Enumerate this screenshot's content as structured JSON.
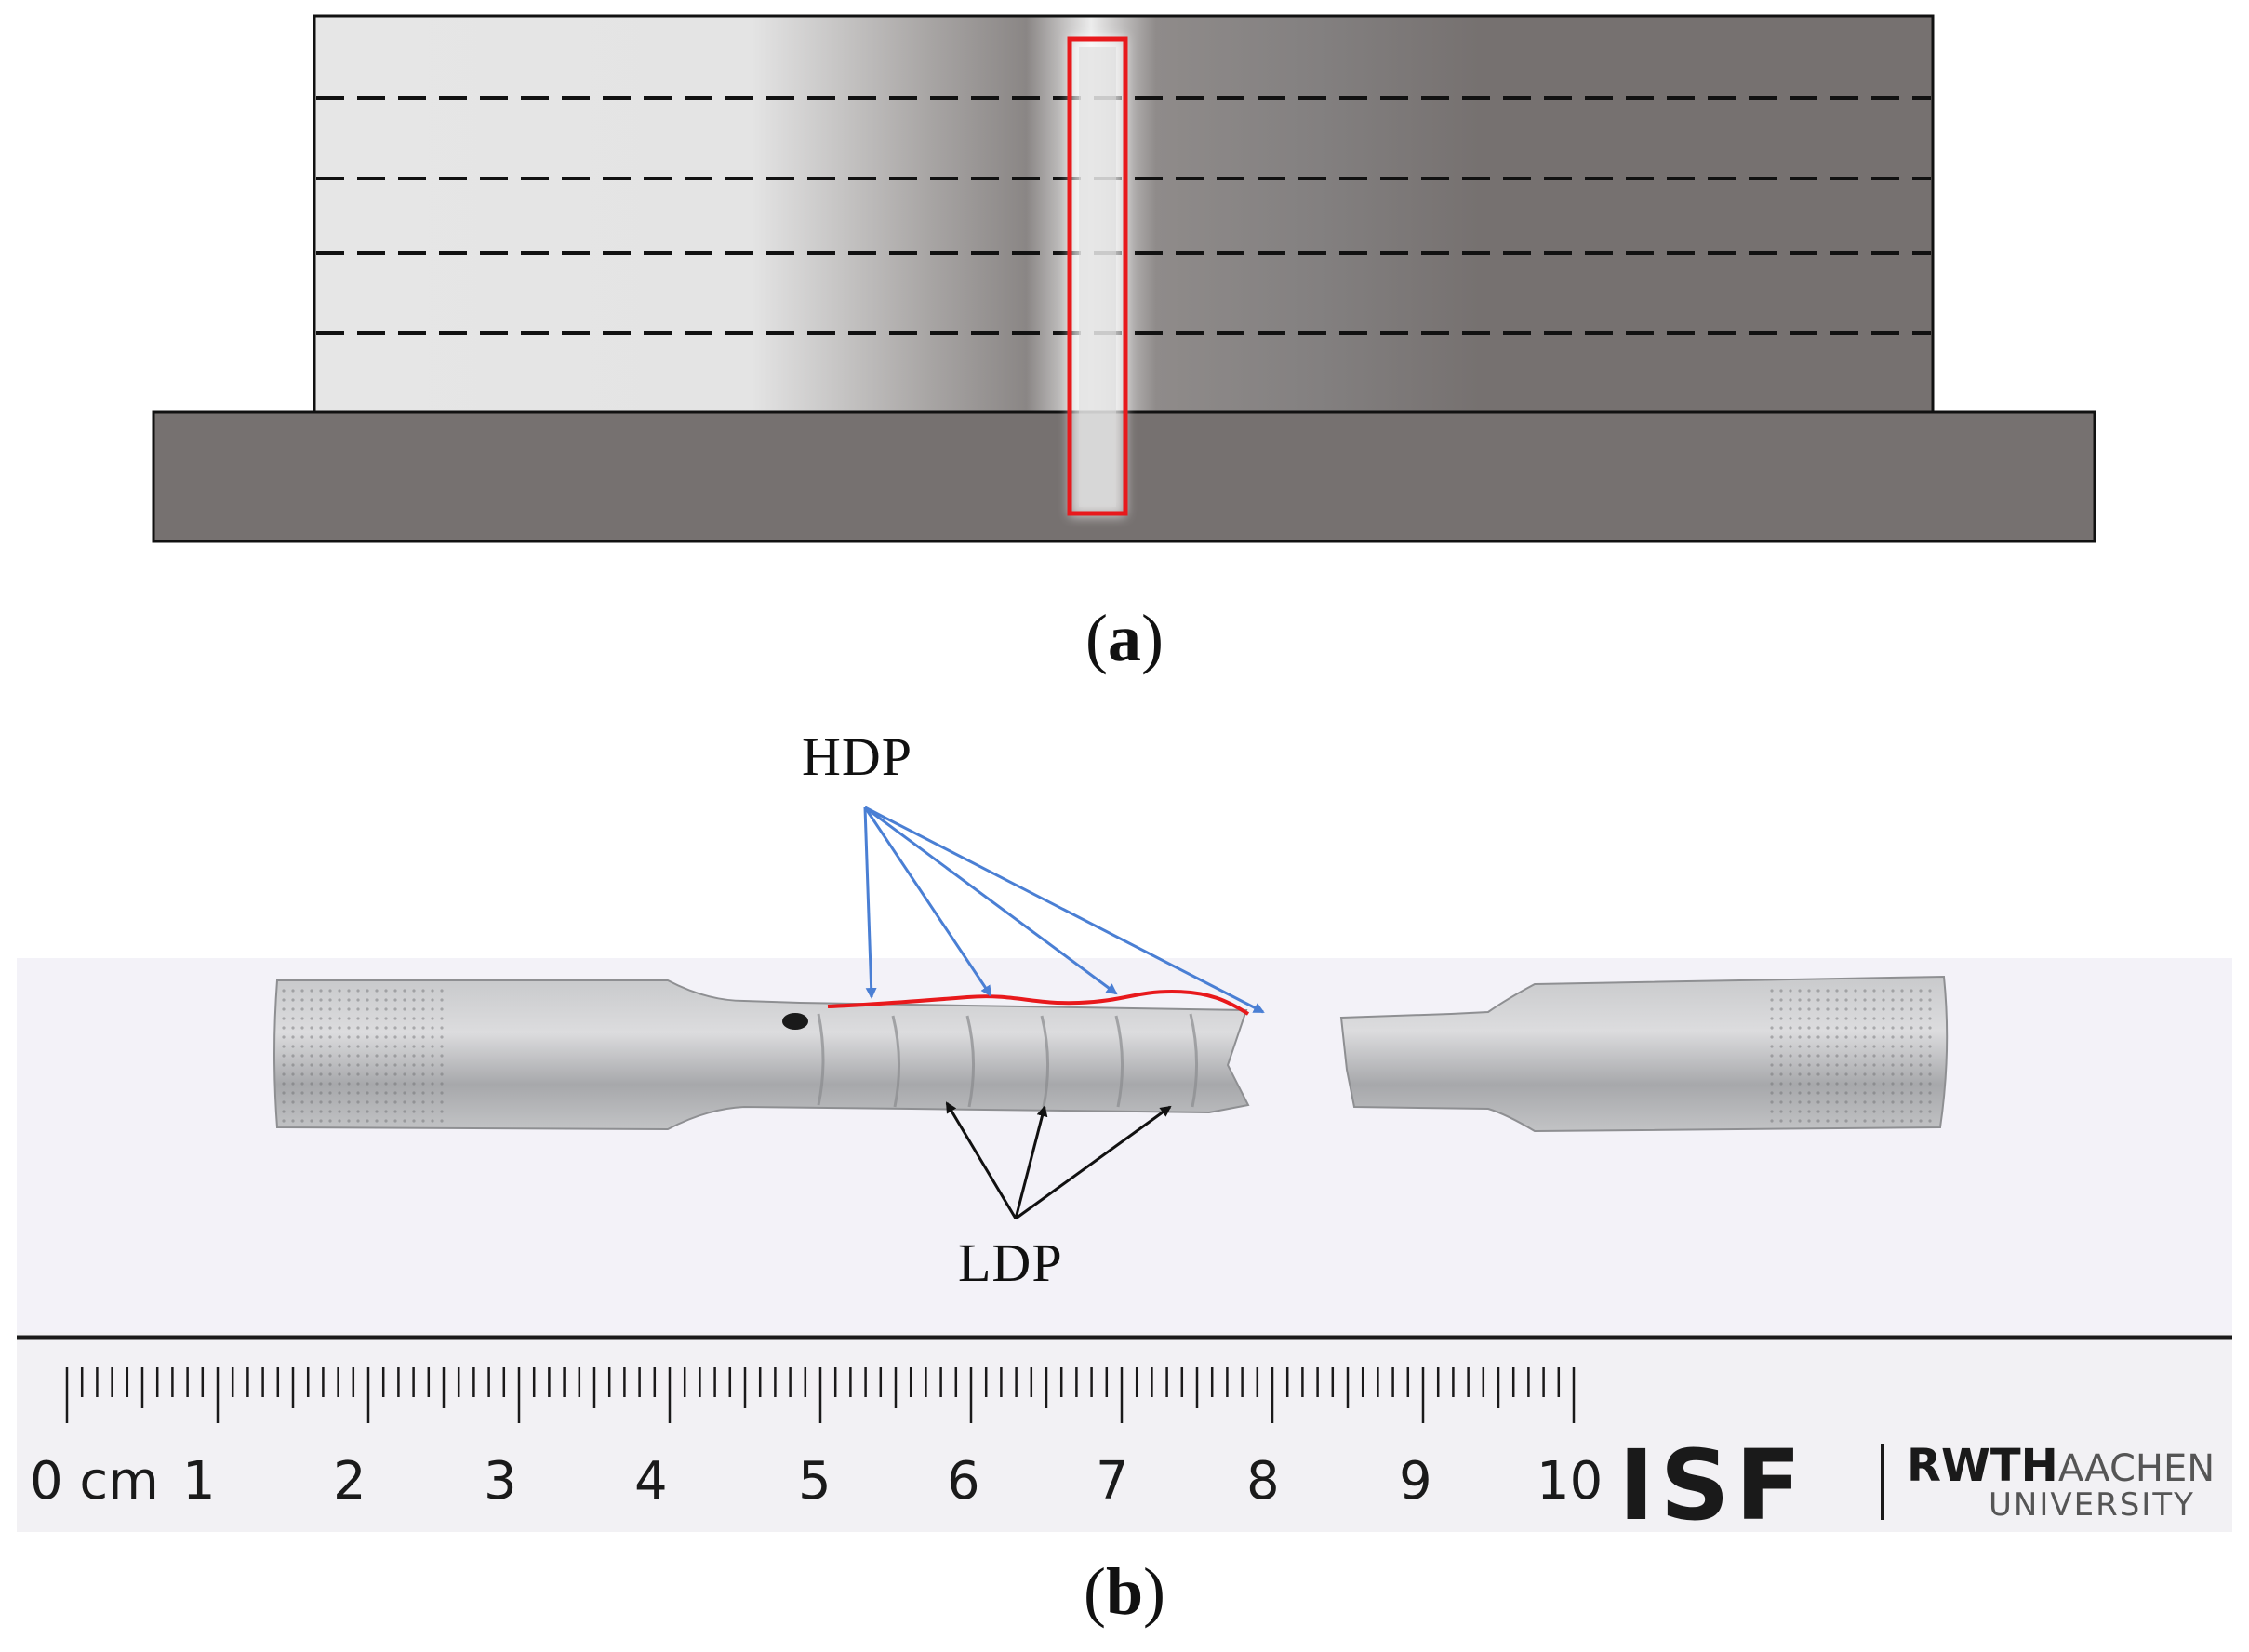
{
  "panel_a": {
    "caption_prefix": "(",
    "caption_letter": "a",
    "caption_suffix": ")"
  },
  "panel_b": {
    "caption_prefix": "(",
    "caption_letter": "b",
    "caption_suffix": ")",
    "labels": {
      "high_density": "HDP",
      "low_density": "LDP"
    },
    "ruler": {
      "numbers": [
        "0 cm",
        "1",
        "2",
        "3",
        "4",
        "5",
        "6",
        "7",
        "8",
        "9",
        "10"
      ],
      "logo_primary": "ISF",
      "logo_secondary": "RWTH",
      "logo_secondary_suffix": "AACHEN",
      "logo_secondary_sub": "UNIVERSITY"
    }
  },
  "colors": {
    "layer_light": "#e6e6e6",
    "layer_dark": "#767170",
    "substrate": "#767170",
    "highlight_box": "#e8191c",
    "hdp_arrow": "#4a7fd4",
    "hdp_line": "#e8191c",
    "ldp_arrow": "#111111"
  }
}
